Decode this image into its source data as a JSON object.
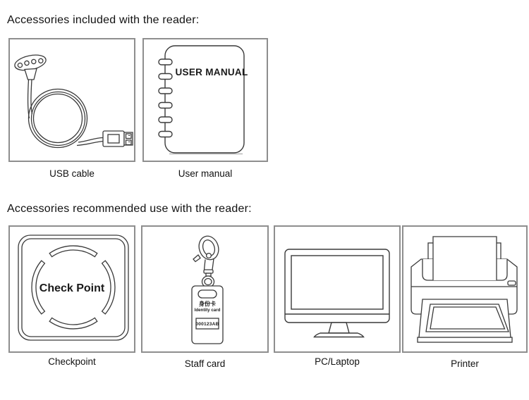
{
  "colors": {
    "background": "#ffffff",
    "box_border": "#8e8e8e",
    "line": "#3a3a3a",
    "text": "#111111"
  },
  "sections": {
    "included": {
      "title": "Accessories included with the reader:",
      "items": [
        {
          "label": "USB cable"
        },
        {
          "label": "User manual"
        }
      ]
    },
    "recommended": {
      "title": "Accessories recommended use with the reader:",
      "items": [
        {
          "label": "Checkpoint"
        },
        {
          "label": "Staff card"
        },
        {
          "label": "PC/Laptop"
        },
        {
          "label": "Printer"
        }
      ]
    }
  },
  "figures": {
    "user_manual": {
      "cover_text": "USER MANUAL"
    },
    "checkpoint": {
      "label_text": "Check Point"
    },
    "staff_card": {
      "line1": "身份卡",
      "line2": "Identity card",
      "number": "000123AB"
    }
  }
}
